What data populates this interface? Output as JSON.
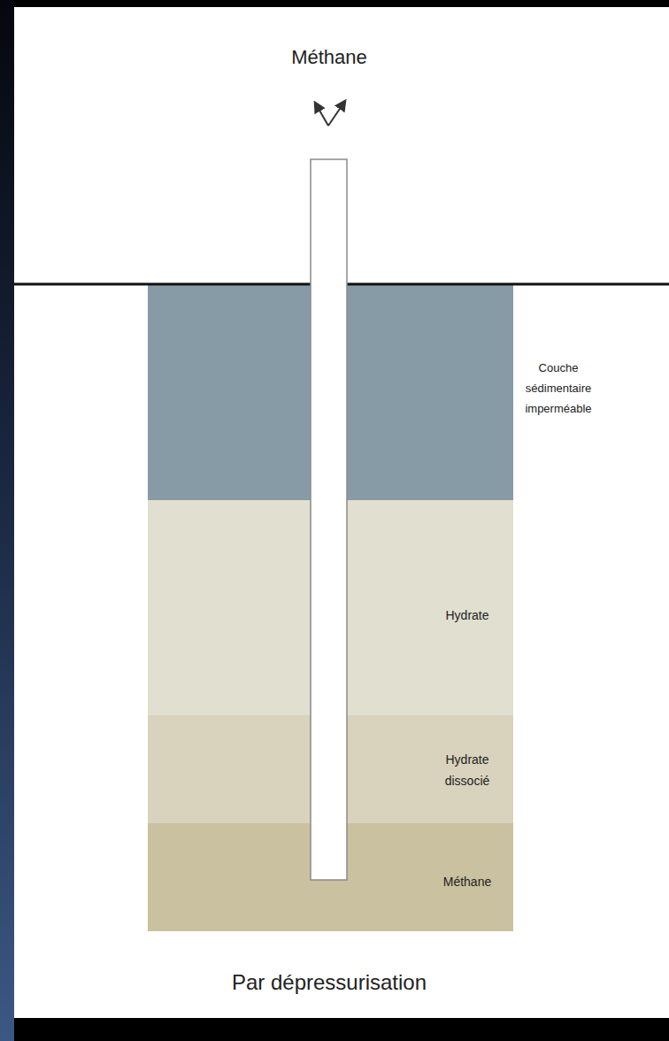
{
  "diagram": {
    "caption": "Par dépressurisation",
    "nodes": [
      {
        "text": [
          "Couche sédimentaire imperméable"
        ]
      },
      {
        "text": [
          "Hydrate"
        ]
      },
      {
        "text": [
          "Hydrate dissocié"
        ]
      },
      {
        "text": [
          "Méthane"
        ]
      }
    ],
    "labels": [
      "Méthane"
    ]
  }
}
